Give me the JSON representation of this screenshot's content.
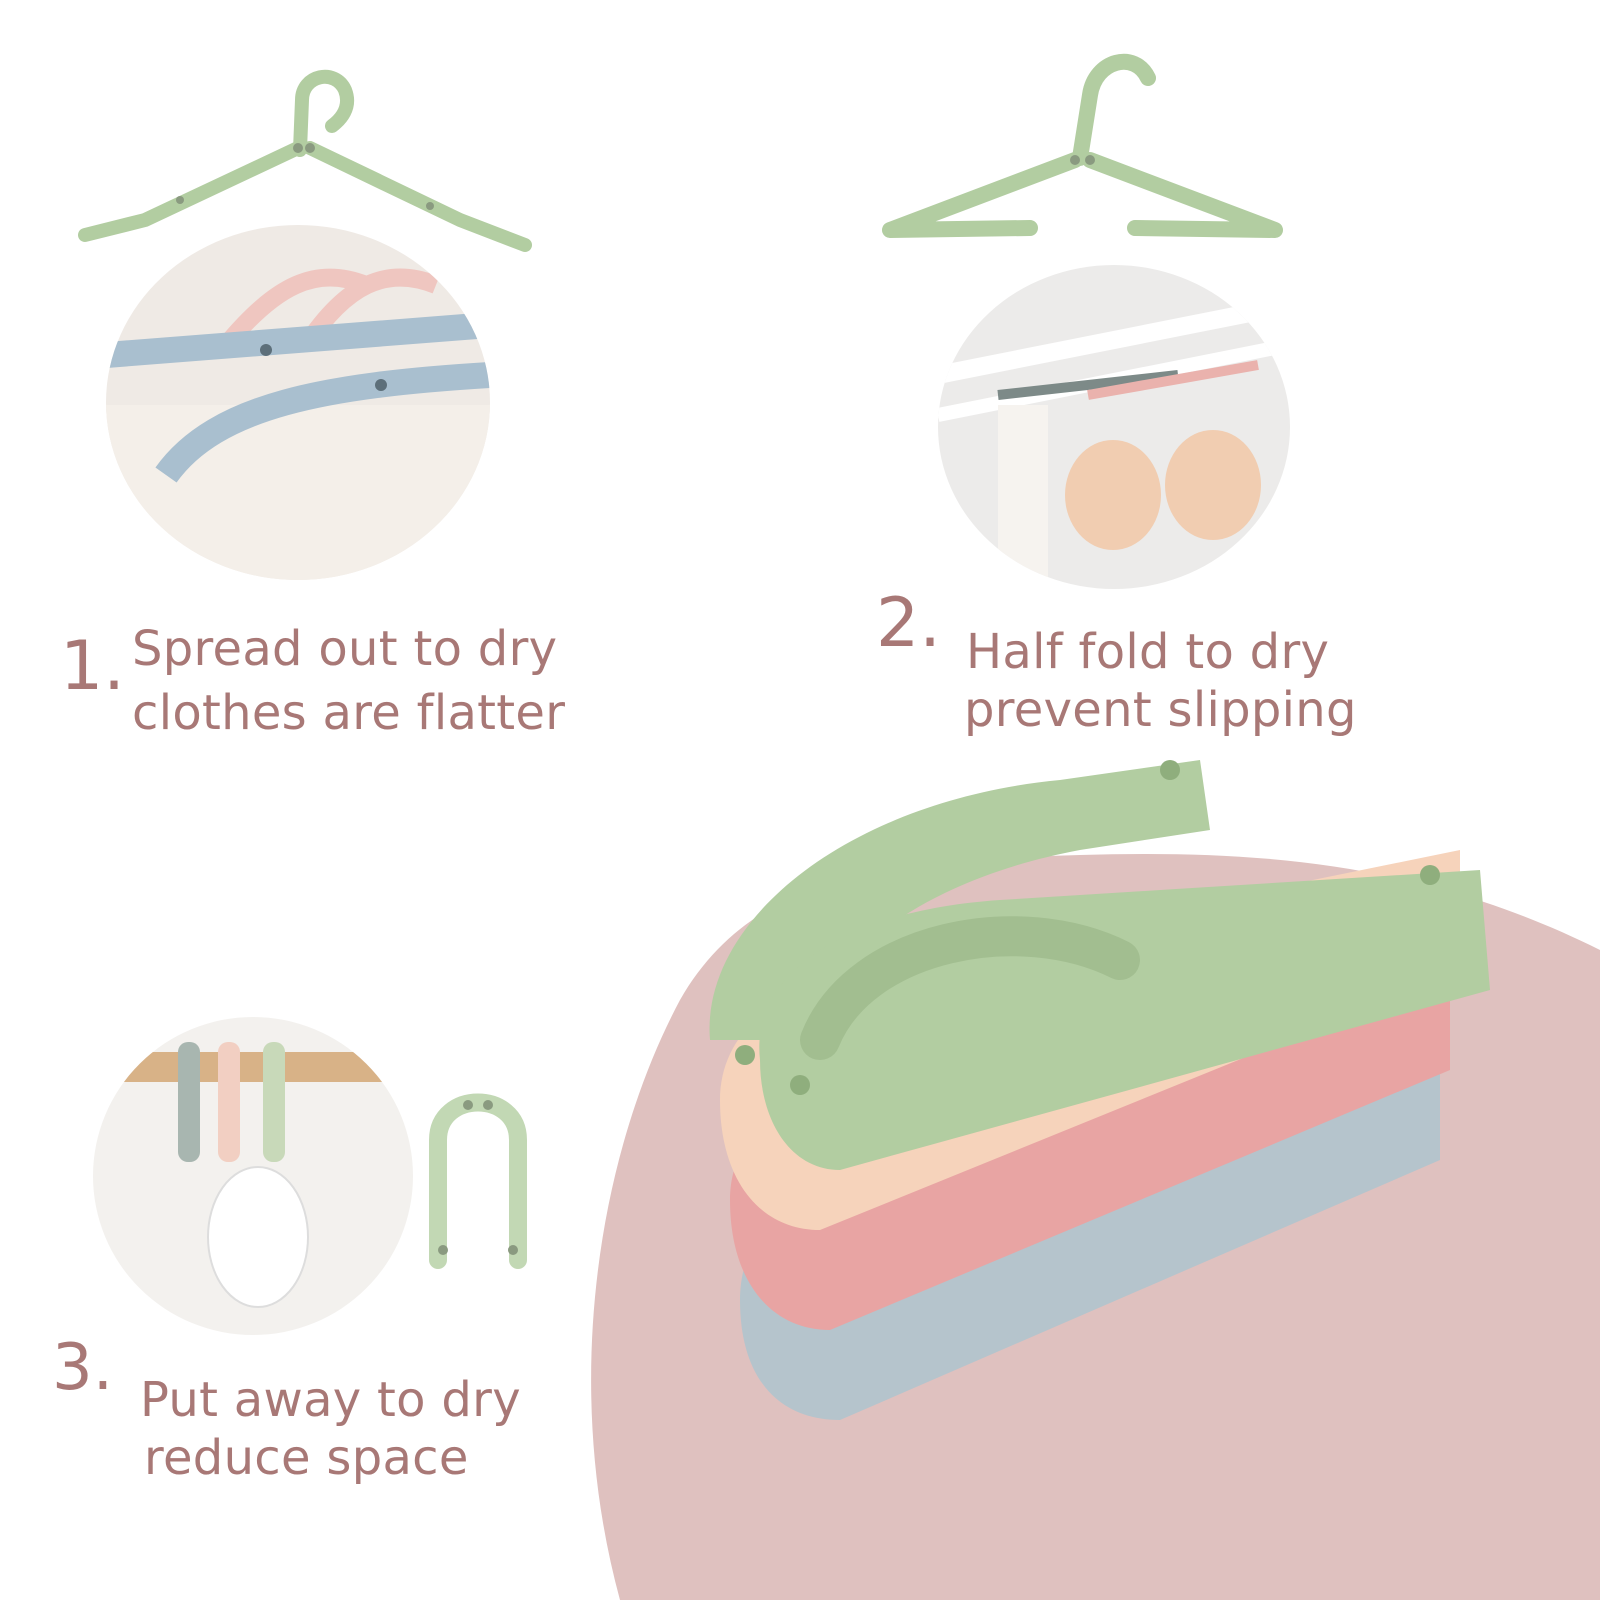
{
  "steps": [
    {
      "number": "1.",
      "line1": "Spread out to dry",
      "line2": "clothes are flatter"
    },
    {
      "number": "2.",
      "line1": "Half fold to dry",
      "line2": "prevent slipping"
    },
    {
      "number": "3.",
      "line1": "Put away to dry",
      "line2": "reduce space"
    }
  ],
  "colors": {
    "text": "#a87876",
    "blob": "#dfc1bf",
    "green": "#b2cda1",
    "peach": "#f6d3bb",
    "pink": "#e8a4a3",
    "blue": "#b5c4cc"
  },
  "icons": {
    "hanger-spread": "hanger-spread-icon",
    "hanger-half-folded": "hanger-half-folded-icon",
    "hanger-folded": "hanger-folded-icon"
  }
}
